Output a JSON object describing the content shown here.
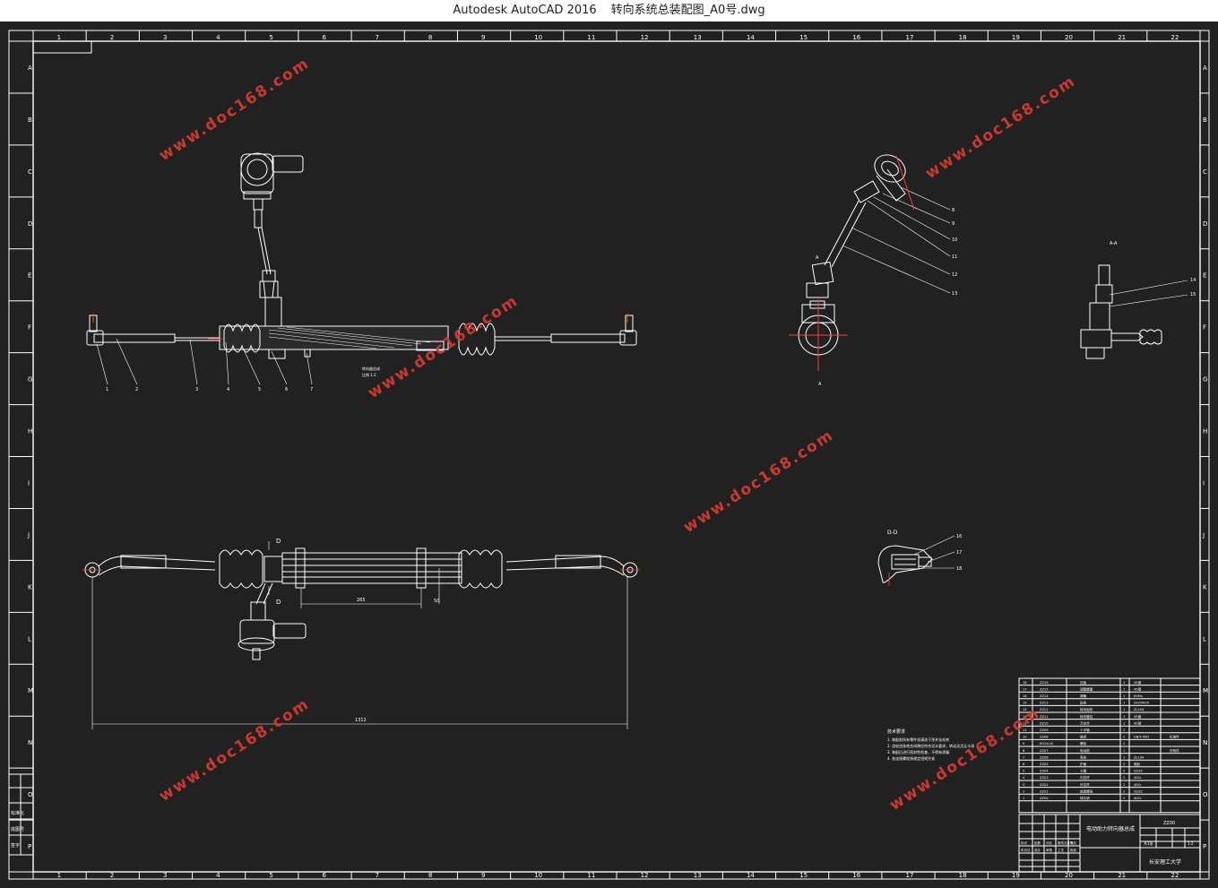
{
  "window": {
    "app_name": "Autodesk AutoCAD 2016",
    "file_name": "转向系统总装配图_A0号.dwg"
  },
  "watermark_text": "www.doc168.com",
  "colors": {
    "background": "#212121",
    "line": "#ffffff",
    "accent": "#d63a2f",
    "centerline": "#ff3b3b"
  },
  "border": {
    "columns": [
      "1",
      "2",
      "3",
      "4",
      "5",
      "6",
      "7",
      "8",
      "9",
      "10",
      "11",
      "12",
      "13",
      "14",
      "15",
      "16",
      "17",
      "18",
      "19",
      "20",
      "21",
      "22"
    ],
    "rows": [
      "A",
      "B",
      "C",
      "D",
      "E",
      "F",
      "G",
      "H",
      "I",
      "J",
      "K",
      "L",
      "M",
      "N",
      "O",
      "P"
    ]
  },
  "balloons_main": [
    "1",
    "2",
    "3",
    "4",
    "5",
    "6",
    "7"
  ],
  "balloons_side": [
    "8",
    "9",
    "10",
    "11",
    "12",
    "13"
  ],
  "balloons_aa": [
    "14",
    "15"
  ],
  "balloons_dd": [
    "16",
    "17",
    "18"
  ],
  "view_labels": {
    "section_aa": "A-A",
    "section_dd": "D-D",
    "cut_a": "A",
    "cut_d": "D"
  },
  "dimensions": {
    "stroke": "265",
    "overall": "1312",
    "side": "50"
  },
  "tech_requirements": {
    "title": "技术要求",
    "items": [
      "1. 装配前所有零件须清洗干净并去毛刺",
      "2. 齿轮齿条啮合间隙应符合设计要求，转动灵活无卡滞",
      "3. 装配后进行密封性检查，不得有渗漏",
      "4. 各连接螺栓按规定扭矩拧紧"
    ]
  },
  "bom": [
    {
      "no": "18",
      "code": "ZZ16",
      "name": "压板",
      "qty": "1",
      "material": "45钢",
      "note": ""
    },
    {
      "no": "17",
      "code": "ZZ15",
      "name": "调整螺塞",
      "qty": "1",
      "material": "45钢",
      "note": ""
    },
    {
      "no": "16",
      "code": "ZZ14",
      "name": "弹簧",
      "qty": "1",
      "material": "65Mn",
      "note": ""
    },
    {
      "no": "15",
      "code": "ZZ13",
      "name": "齿条",
      "qty": "1",
      "material": "20CrMnTi",
      "note": ""
    },
    {
      "no": "14",
      "code": "ZZ12",
      "name": "转向齿轮",
      "qty": "1",
      "material": "ZL104",
      "note": ""
    },
    {
      "no": "13",
      "code": "ZZ11",
      "name": "转向管柱",
      "qty": "1",
      "material": "45钢",
      "note": ""
    },
    {
      "no": "12",
      "code": "ZZ10",
      "name": "万向节",
      "qty": "1",
      "material": "45钢",
      "note": ""
    },
    {
      "no": "11",
      "code": "ZZ09",
      "name": "十字轴",
      "qty": "2",
      "material": "",
      "note": ""
    },
    {
      "no": "10",
      "code": "ZZ08",
      "name": "轴承",
      "qty": "2",
      "material": "GB/T-40D",
      "note": "标准件"
    },
    {
      "no": "9",
      "code": "M10×20",
      "name": "螺栓",
      "qty": "2",
      "material": "",
      "note": ""
    },
    {
      "no": "8",
      "code": "ZZ07",
      "name": "电动机",
      "qty": "1",
      "material": "",
      "note": "外购件"
    },
    {
      "no": "7",
      "code": "ZZ06",
      "name": "壳体",
      "qty": "1",
      "material": "ZL104",
      "note": ""
    },
    {
      "no": "6",
      "code": "ZZ05",
      "name": "护套",
      "qty": "2",
      "material": "橡胶",
      "note": ""
    },
    {
      "no": "5",
      "code": "ZZ04",
      "name": "卡箍",
      "qty": "2",
      "material": "Q235",
      "note": ""
    },
    {
      "no": "4",
      "code": "ZZ03",
      "name": "内拉杆",
      "qty": "2",
      "material": "40Cr",
      "note": ""
    },
    {
      "no": "3",
      "code": "ZZ02",
      "name": "外拉杆",
      "qty": "2",
      "material": "40Cr",
      "note": ""
    },
    {
      "no": "2",
      "code": "ZZ01",
      "name": "锁紧螺母",
      "qty": "2",
      "material": "Q235",
      "note": ""
    },
    {
      "no": "1",
      "code": "ZZ00",
      "name": "球头销",
      "qty": "2",
      "material": "40Cr",
      "note": ""
    }
  ],
  "title_block": {
    "drawing_name": "电动助力转向器总成",
    "drawing_no": "ZZ00",
    "school": "长安理工大学",
    "scale": "1:2",
    "sheet": "共1张",
    "labels": [
      "标记",
      "处数",
      "分区",
      "更改文件号",
      "签名",
      "年月日",
      "设计",
      "审核",
      "工艺",
      "批准"
    ]
  },
  "left_margin_labels": [
    "标准化",
    "底图号",
    "签字"
  ]
}
